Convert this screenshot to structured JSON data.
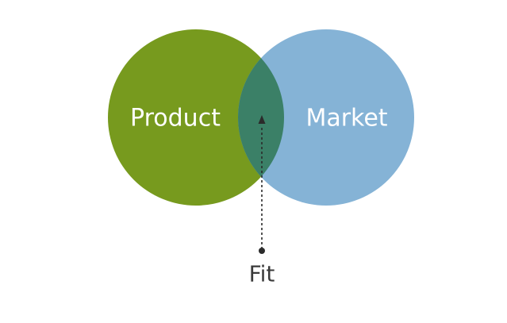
{
  "diagram": {
    "type": "venn",
    "sets": [
      {
        "label": "Product",
        "color": "#779a1e"
      },
      {
        "label": "Market",
        "color": "#85b3d6"
      }
    ],
    "intersection": {
      "color": "#3b8067",
      "pointer_label": "Fit",
      "pointer_color": "#2b2b2b"
    }
  }
}
